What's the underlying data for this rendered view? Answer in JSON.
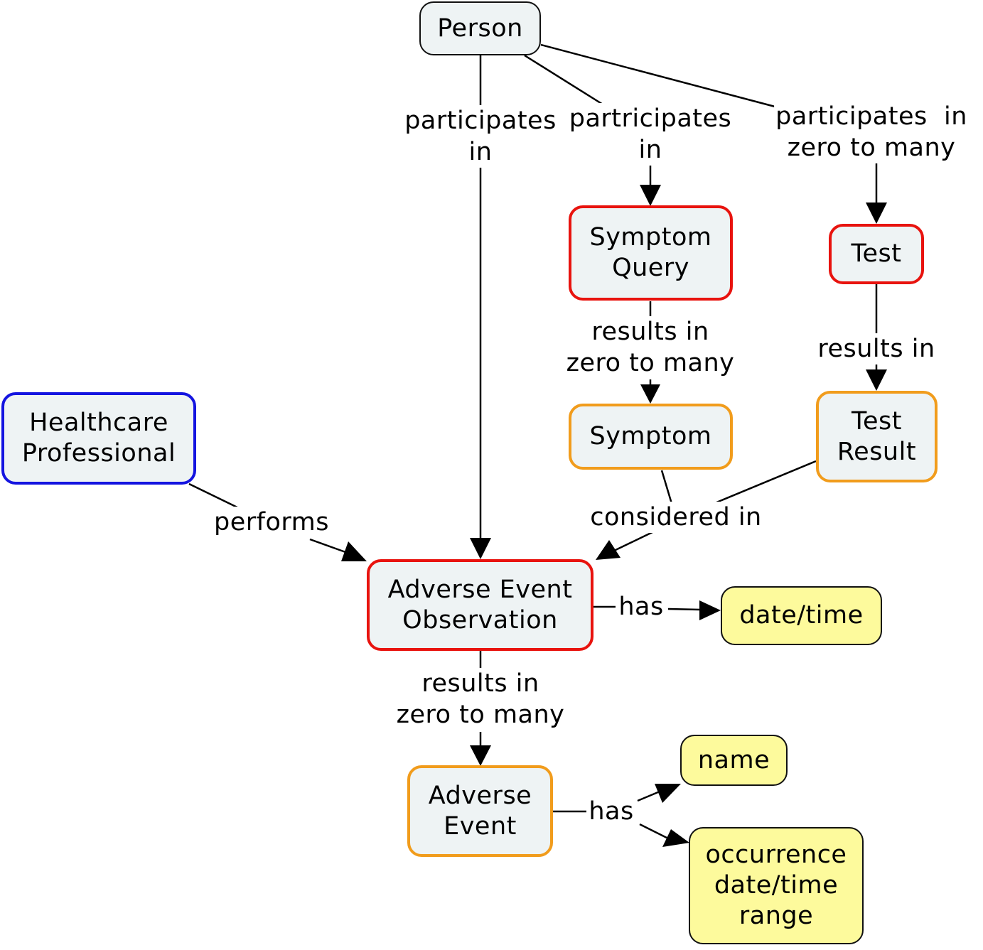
{
  "colors": {
    "node_fill": "#eef3f4",
    "attribute_fill": "#fdfa9c",
    "red_border": "#e8130e",
    "orange_border": "#f19c1c",
    "blue_border": "#1414e0",
    "line": "#000000"
  },
  "nodes": {
    "person": [
      "Person"
    ],
    "symptom_query": [
      "Symptom",
      "Query"
    ],
    "test": [
      "Test"
    ],
    "symptom": [
      "Symptom"
    ],
    "test_result": [
      "Test",
      "Result"
    ],
    "healthcare_professional": [
      "Healthcare",
      "Professional"
    ],
    "adverse_event_observation": [
      "Adverse Event",
      "Observation"
    ],
    "date_time": [
      "date/time"
    ],
    "adverse_event": [
      "Adverse",
      "Event"
    ],
    "name": [
      "name"
    ],
    "occurrence_range": [
      "occurrence",
      "date/time",
      "range"
    ]
  },
  "links": {
    "person_to_aeo": [
      "participates",
      "in"
    ],
    "person_to_query": [
      "partricipates",
      "in"
    ],
    "person_to_test": [
      "participates  in",
      "zero to many"
    ],
    "query_to_symptom": [
      "results in",
      "zero to many"
    ],
    "test_to_result": [
      "results in"
    ],
    "hp_to_aeo": [
      "performs"
    ],
    "considered_in": [
      "considered in"
    ],
    "aeo_has": [
      "has"
    ],
    "aeo_to_ae": [
      "results in",
      "zero to many"
    ],
    "ae_has": [
      "has"
    ]
  }
}
